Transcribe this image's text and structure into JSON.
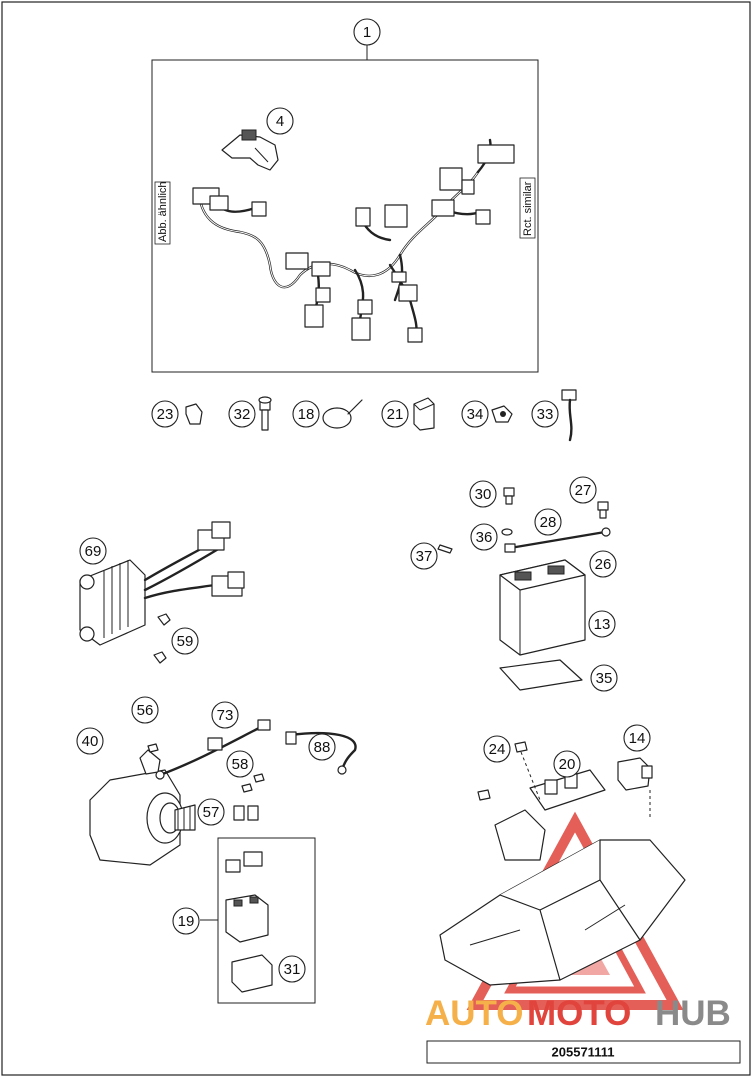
{
  "diagram": {
    "callouts": [
      "1",
      "4",
      "23",
      "32",
      "18",
      "21",
      "34",
      "33",
      "30",
      "27",
      "28",
      "36",
      "26",
      "37",
      "13",
      "35",
      "69",
      "59",
      "56",
      "73",
      "88",
      "40",
      "58",
      "57",
      "19",
      "31",
      "24",
      "20",
      "14"
    ],
    "side_labels": {
      "left": "Abb. ähnlich",
      "right": "Rct. similar"
    },
    "watermark": {
      "part1": "AUTO",
      "part2": "MOTO",
      "part3": "HUB"
    },
    "reference_number": "205571111",
    "colors": {
      "watermark_orange": "#f5b04a",
      "watermark_red": "#e0443c",
      "watermark_gray": "#8a8a8a",
      "line": "#222222"
    }
  }
}
